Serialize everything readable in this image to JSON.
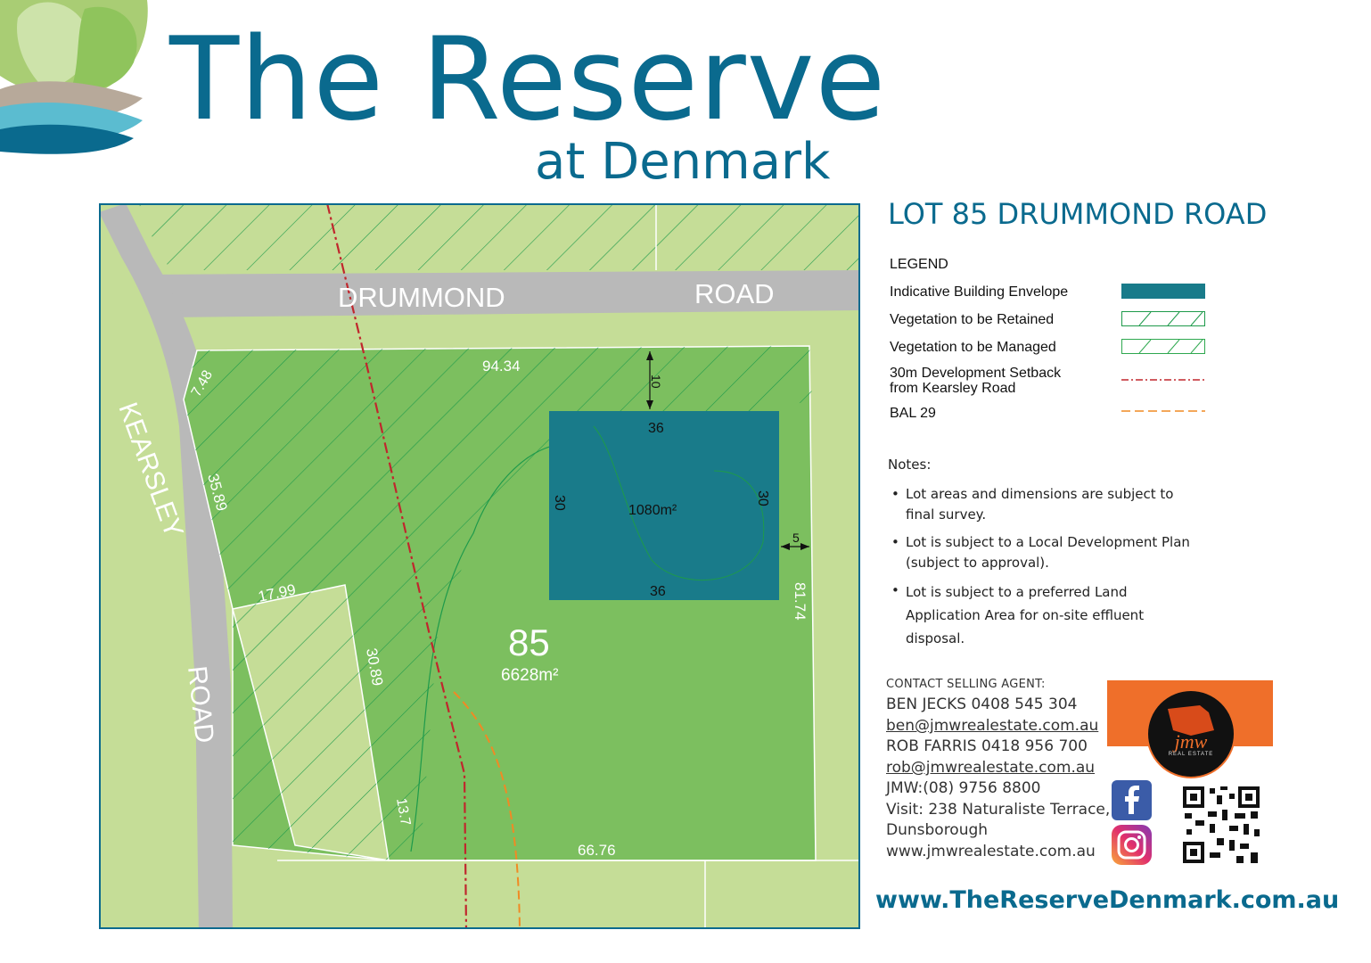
{
  "brand": {
    "title": "The Reserve",
    "subtitle": "at Denmark",
    "colors": {
      "brand_blue": "#0a6a8e",
      "lot_green": "#7cbf5f",
      "surround_green": "#c5dd97",
      "road_grey": "#b9b9b9",
      "envelope_teal": "#197b8a"
    }
  },
  "lot_title": "LOT 85 DRUMMOND ROAD",
  "legend": {
    "heading": "LEGEND",
    "items": [
      {
        "label": "Indicative Building Envelope",
        "color": "#197b8a"
      },
      {
        "label": "Vegetation to be Retained",
        "color": "#1e9a4b"
      },
      {
        "label": "Vegetation to be Managed",
        "color": "#2ea84f"
      },
      {
        "label_line1": "30m Development Setback",
        "label_line2": "from Kearsley Road",
        "color": "#c0272d"
      },
      {
        "label": "BAL 29",
        "color": "#f08a24"
      }
    ]
  },
  "notes": {
    "heading": "Notes:",
    "items": [
      {
        "bullet": "•",
        "text": "Lot areas and dimensions are subject to final survey."
      },
      {
        "bullet": "•",
        "text": "Lot is subject to a Local Development Plan (subject to approval)."
      },
      {
        "bullet": "•",
        "text": "Lot is subject to a preferred Land Application Area for on-site effluent disposal."
      }
    ]
  },
  "contact": {
    "heading": "CONTACT SELLING AGENT:",
    "agent1": "BEN JECKS   0408 545 304",
    "email1": "ben@jmwrealestate.com.au",
    "agent2": "ROB FARRIS  0418 956 700",
    "email2": "rob@jmwrealestate.com.au",
    "office": "JMW:(08) 9756 8800",
    "address1": "Visit: 238 Naturaliste Terrace,",
    "address2": "Dunsborough",
    "web": "www.jmwrealestate.com.au"
  },
  "agency_logo": {
    "word": "jmw",
    "tag": "REAL ESTATE"
  },
  "social_icons": [
    "facebook-icon",
    "instagram-icon",
    "qr-code-icon"
  ],
  "website": "www.TheReserveDenmark.com.au",
  "map": {
    "roads": {
      "drummond_a": "DRUMMOND",
      "drummond_b": "ROAD",
      "kearsley_a": "KEARSLEY",
      "kearsley_b": "ROAD"
    },
    "lot_number": "85",
    "lot_area": "6628m²",
    "envelope_area": "1080m²",
    "dimensions": {
      "north": "94.34",
      "nw": "7.48",
      "west_upper": "35.89",
      "cut_top": "17.99",
      "cut_side": "30.89",
      "sw": "13.7",
      "south": "66.76",
      "east": "81.74",
      "setback_north": "10",
      "setback_east": "5",
      "env_top": "36",
      "env_bottom": "36",
      "env_left": "30",
      "env_right": "30"
    }
  }
}
